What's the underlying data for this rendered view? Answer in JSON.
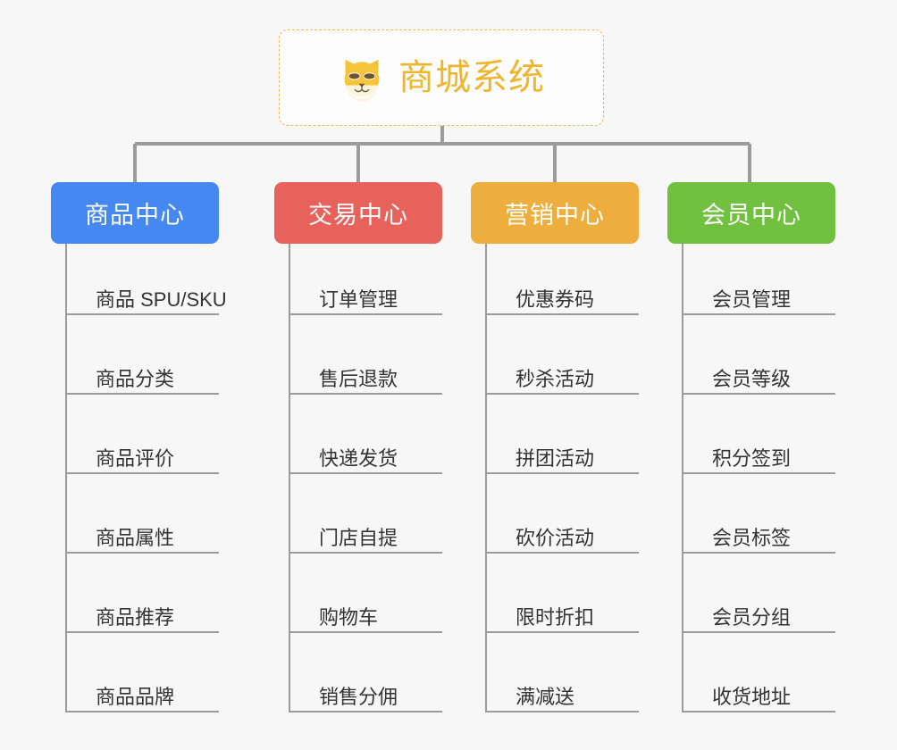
{
  "root": {
    "title": "商城系统",
    "icon": "shiba-dog-face-emoji",
    "border_color": "#e8b859",
    "text_color": "#f0b52e",
    "background": "#fdfdfd"
  },
  "canvas": {
    "background": "#f7f7f7",
    "connector_color": "#9b9b9b"
  },
  "columns": [
    {
      "title": "商品中心",
      "color": "#4688f1",
      "items": [
        "商品 SPU/SKU",
        "商品分类",
        "商品评价",
        "商品属性",
        "商品推荐",
        "商品品牌"
      ]
    },
    {
      "title": "交易中心",
      "color": "#e8625c",
      "items": [
        "订单管理",
        "售后退款",
        "快递发货",
        "门店自提",
        "购物车",
        "销售分佣"
      ]
    },
    {
      "title": "营销中心",
      "color": "#edae3d",
      "items": [
        "优惠券码",
        "秒杀活动",
        "拼团活动",
        "砍价活动",
        "限时折扣",
        "满减送"
      ]
    },
    {
      "title": "会员中心",
      "color": "#72c040",
      "items": [
        "会员管理",
        "会员等级",
        "积分签到",
        "会员标签",
        "会员分组",
        "收货地址"
      ]
    }
  ]
}
